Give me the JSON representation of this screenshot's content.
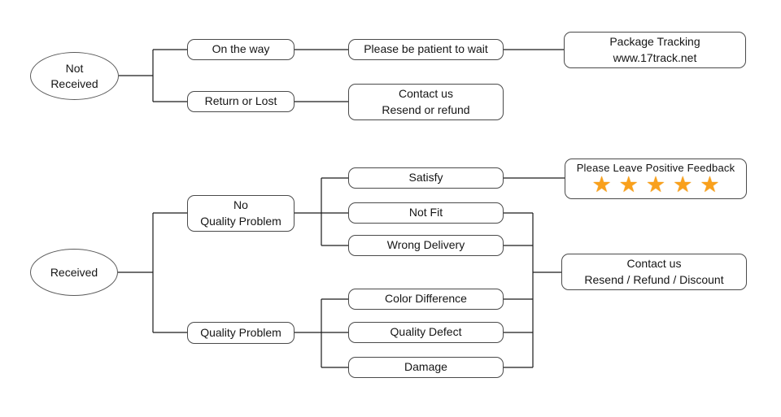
{
  "diagram": {
    "not_received_flow": {
      "root": "Not\nReceived",
      "on_the_way": "On the way",
      "be_patient": "Please be patient to wait",
      "package_tracking": "Package Tracking\nwww.17track.net",
      "return_or_lost": "Return or Lost",
      "contact_resend_refund": "Contact us\nResend or refund"
    },
    "received_flow": {
      "root": "Received",
      "no_quality_problem": "No\nQuality Problem",
      "satisfy": "Satisfy",
      "feedback_title": "Please Leave Positive Feedback",
      "not_fit": "Not Fit",
      "wrong_delivery": "Wrong Delivery",
      "quality_problem": "Quality Problem",
      "color_difference": "Color Difference",
      "quality_defect": "Quality Defect",
      "damage": "Damage",
      "contact_resend_refund_discount": "Contact us\nResend / Refund / Discount"
    },
    "stars": {
      "count": 5,
      "glyph": "★",
      "color": "#F9A01C"
    },
    "colors": {
      "line": "#1a1a1a",
      "box_border": "#4a4a4a",
      "background": "#ffffff"
    }
  }
}
